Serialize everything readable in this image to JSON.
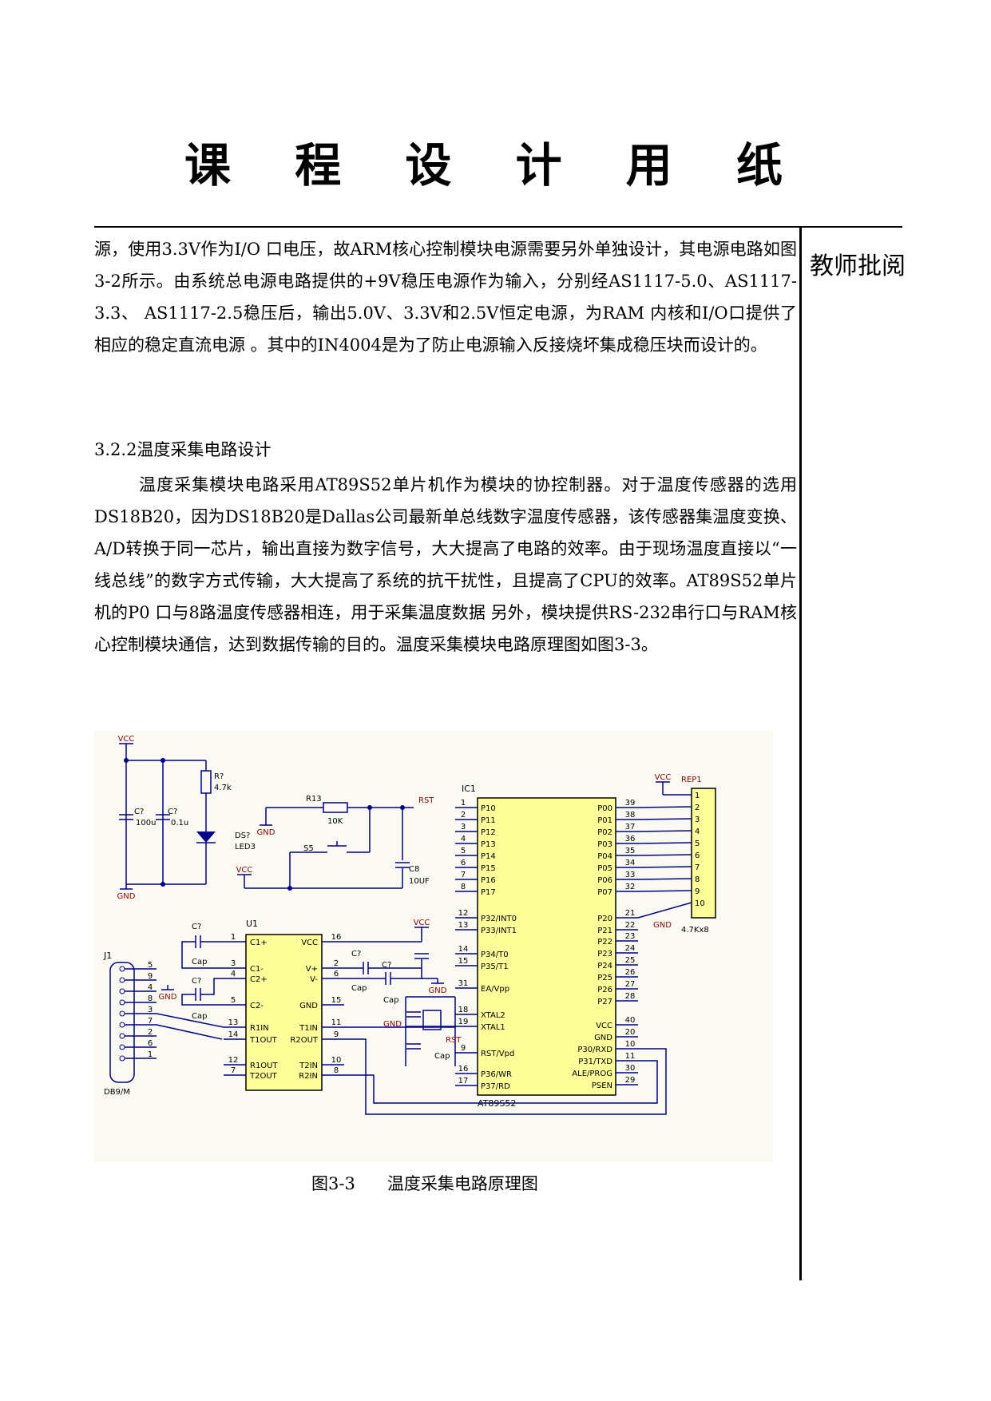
{
  "header": {
    "title": "课 程 设 计 用 纸",
    "side_label": "教师批阅"
  },
  "body": {
    "paragraph1": "源，使用3.3V作为I/O 口电压，故ARM核心控制模块电源需要另外单独设计，其电源电路如图3-2所示。由系统总电源电路提供的+9V稳压电源作为输入，分别经AS1117-5.0、AS1117-3.3、 AS1117-2.5稳压后，输出5.0V、3.3V和2.5V恒定电源，为RAM 内核和I/O口提供了相应的稳定直流电源 。其中的IN4004是为了防止电源输入反接烧坏集成稳压块而设计的。",
    "section_heading": "3.2.2温度采集电路设计",
    "paragraph2": "温度采集模块电路采用AT89S52单片机作为模块的协控制器。对于温度传感器的选用DS18B20，因为DS18B20是Dallas公司最新单总线数字温度传感器，该传感器集温度变换、A/D转换于同一芯片，输出直接为数字信号，大大提高了电路的效率。由于现场温度直接以“一线总线”的数字方式传输，大大提高了系统的抗干扰性，且提高了CPU的效率。AT89S52单片机的P0 口与8路温度传感器相连，用于采集温度数据 另外，模块提供RS-232串行口与RAM核心控制模块通信，达到数据传输的目的。温度采集模块电路原理图如图3-3。"
  },
  "figure": {
    "caption_number": "图3-3",
    "caption_text": "温度采集电路原理图",
    "colors": {
      "wire": "#00008b",
      "label": "#8b0000",
      "chip_fill": "#ffff99",
      "background": "#fbfaf2"
    },
    "labels": {
      "vcc": "VCC",
      "gnd": "GND",
      "rst": "RST",
      "r_led": "R?",
      "r_led_val": "4.7k",
      "c1": "C?",
      "c1_val": "100u",
      "c2": "C?",
      "c2_val": "0.1u",
      "led": "DS?",
      "led_val": "LED3",
      "r13": "R13",
      "r13_val": "10K",
      "s5": "S5",
      "c8": "C8",
      "c8_val": "10UF",
      "ic1": "IC1",
      "ic1_name": "AT89S52",
      "rep1": "REP1",
      "rep1_val": "4.7Kx8",
      "u1": "U1",
      "j1": "J1",
      "j1_name": "DB9/M",
      "cap": "Cap"
    },
    "ic1_left_pins": [
      {
        "num": "1",
        "name": "P10"
      },
      {
        "num": "2",
        "name": "P11"
      },
      {
        "num": "3",
        "name": "P12"
      },
      {
        "num": "4",
        "name": "P13"
      },
      {
        "num": "5",
        "name": "P14"
      },
      {
        "num": "6",
        "name": "P15"
      },
      {
        "num": "7",
        "name": "P16"
      },
      {
        "num": "8",
        "name": "P17"
      },
      {
        "num": "12",
        "name": "P32/INT0"
      },
      {
        "num": "13",
        "name": "P33/INT1"
      },
      {
        "num": "14",
        "name": "P34/T0"
      },
      {
        "num": "15",
        "name": "P35/T1"
      },
      {
        "num": "31",
        "name": "EA/Vpp"
      },
      {
        "num": "18",
        "name": "XTAL2"
      },
      {
        "num": "19",
        "name": "XTAL1"
      },
      {
        "num": "9",
        "name": "RST/Vpd"
      },
      {
        "num": "16",
        "name": "P36/WR"
      },
      {
        "num": "17",
        "name": "P37/RD"
      }
    ],
    "ic1_right_pins": [
      {
        "num": "39",
        "name": "P00"
      },
      {
        "num": "38",
        "name": "P01"
      },
      {
        "num": "37",
        "name": "P02"
      },
      {
        "num": "36",
        "name": "P03"
      },
      {
        "num": "35",
        "name": "P04"
      },
      {
        "num": "34",
        "name": "P05"
      },
      {
        "num": "33",
        "name": "P06"
      },
      {
        "num": "32",
        "name": "P07"
      },
      {
        "num": "21",
        "name": "P20"
      },
      {
        "num": "22",
        "name": "P21"
      },
      {
        "num": "23",
        "name": "P22"
      },
      {
        "num": "24",
        "name": "P23"
      },
      {
        "num": "25",
        "name": "P24"
      },
      {
        "num": "26",
        "name": "P25"
      },
      {
        "num": "27",
        "name": "P26"
      },
      {
        "num": "28",
        "name": "P27"
      },
      {
        "num": "40",
        "name": "VCC"
      },
      {
        "num": "20",
        "name": "GND"
      },
      {
        "num": "10",
        "name": "P30/RXD"
      },
      {
        "num": "11",
        "name": "P31/TXD"
      },
      {
        "num": "30",
        "name": "ALE/PROG"
      },
      {
        "num": "29",
        "name": "PSEN"
      }
    ],
    "rep1_pins": [
      "1",
      "2",
      "3",
      "4",
      "5",
      "6",
      "7",
      "8",
      "9",
      "10"
    ],
    "u1_left": [
      {
        "num": "1",
        "name": "C1+"
      },
      {
        "num": "3",
        "name": "C1-"
      },
      {
        "num": "4",
        "name": "C2+"
      },
      {
        "num": "5",
        "name": "C2-"
      },
      {
        "num": "13",
        "name": "R1IN"
      },
      {
        "num": "14",
        "name": "T1OUT"
      },
      {
        "num": "12",
        "name": "R1OUT"
      },
      {
        "num": "7",
        "name": "T2OUT"
      }
    ],
    "u1_right": [
      {
        "num": "16",
        "name": "VCC"
      },
      {
        "num": "2",
        "name": "V+"
      },
      {
        "num": "6",
        "name": "V-"
      },
      {
        "num": "15",
        "name": "GND"
      },
      {
        "num": "11",
        "name": "T1IN"
      },
      {
        "num": "9",
        "name": "R2OUT"
      },
      {
        "num": "10",
        "name": "T2IN"
      },
      {
        "num": "8",
        "name": "R2IN"
      }
    ],
    "j1_pins": [
      "5",
      "9",
      "4",
      "8",
      "3",
      "7",
      "2",
      "6",
      "1"
    ]
  }
}
